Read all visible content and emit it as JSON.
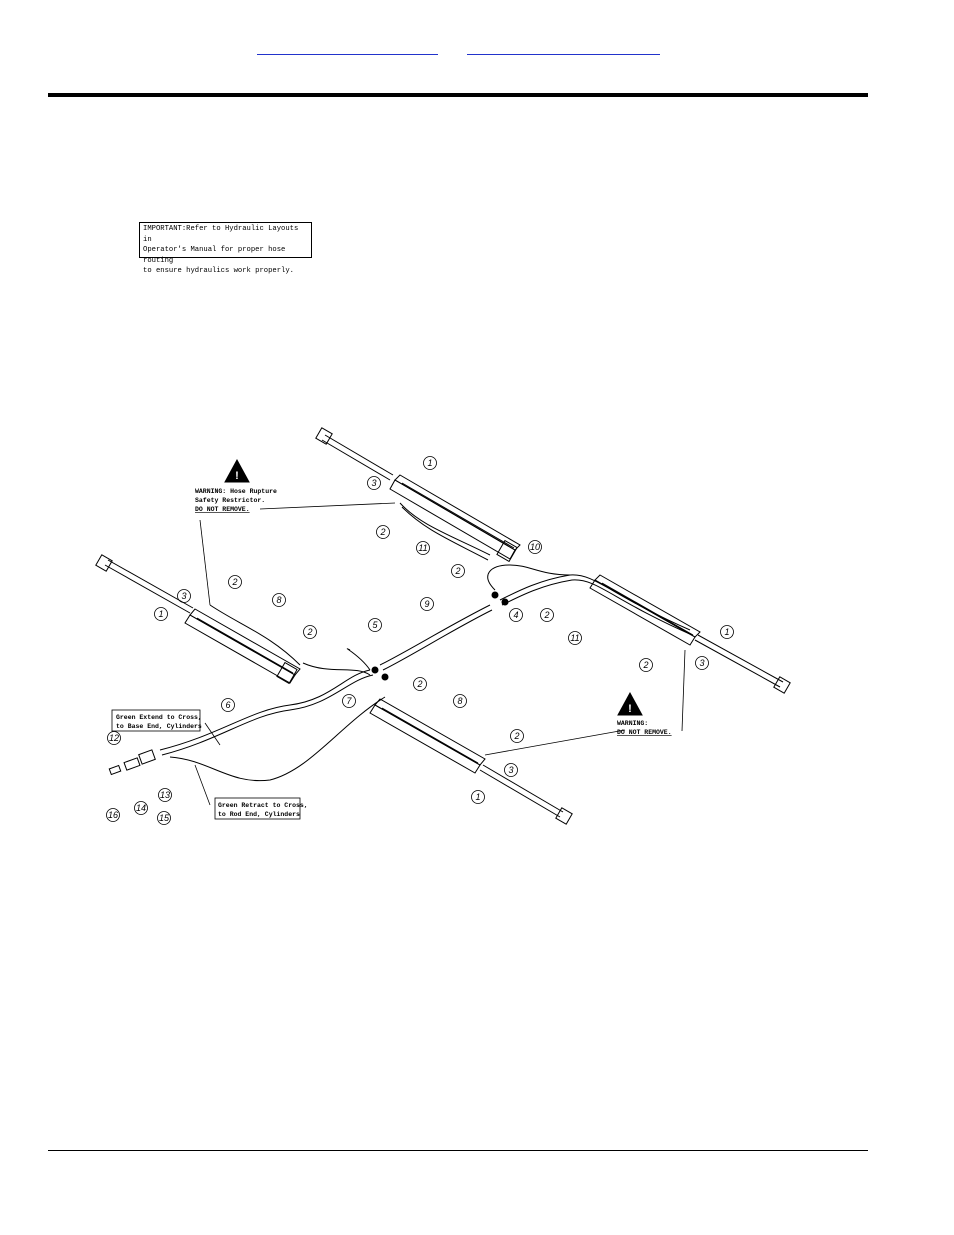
{
  "header": {
    "link_left": "",
    "link_right": ""
  },
  "note": {
    "line1": "IMPORTANT:Refer to Hydraulic Layouts in",
    "line2": "Operator's Manual for proper hose routing",
    "line3": "to ensure hydraulics work properly."
  },
  "warning1": {
    "line1": "WARNING: Hose Rupture",
    "line2": "Safety Restrictor.",
    "line3": "DO NOT REMOVE."
  },
  "warning2": {
    "line1": "WARNING:",
    "line2": "DO NOT REMOVE."
  },
  "callout_green_extend": {
    "line1": "Green Extend to Cross,",
    "line2": "to Base End, Cylinders"
  },
  "callout_green_retract": {
    "line1": "Green Retract to Cross,",
    "line2": "to Rod End, Cylinders"
  },
  "part_numbers": {
    "p1": "1",
    "p2": "2",
    "p3": "3",
    "p4": "4",
    "p5": "5",
    "p6": "6",
    "p7": "7",
    "p8": "8",
    "p9": "9",
    "p10": "10",
    "p11": "11",
    "p12": "12",
    "p13": "13",
    "p14": "14",
    "p15": "15",
    "p16": "16"
  },
  "colors": {
    "line": "#000000",
    "link": "#2233cc"
  }
}
